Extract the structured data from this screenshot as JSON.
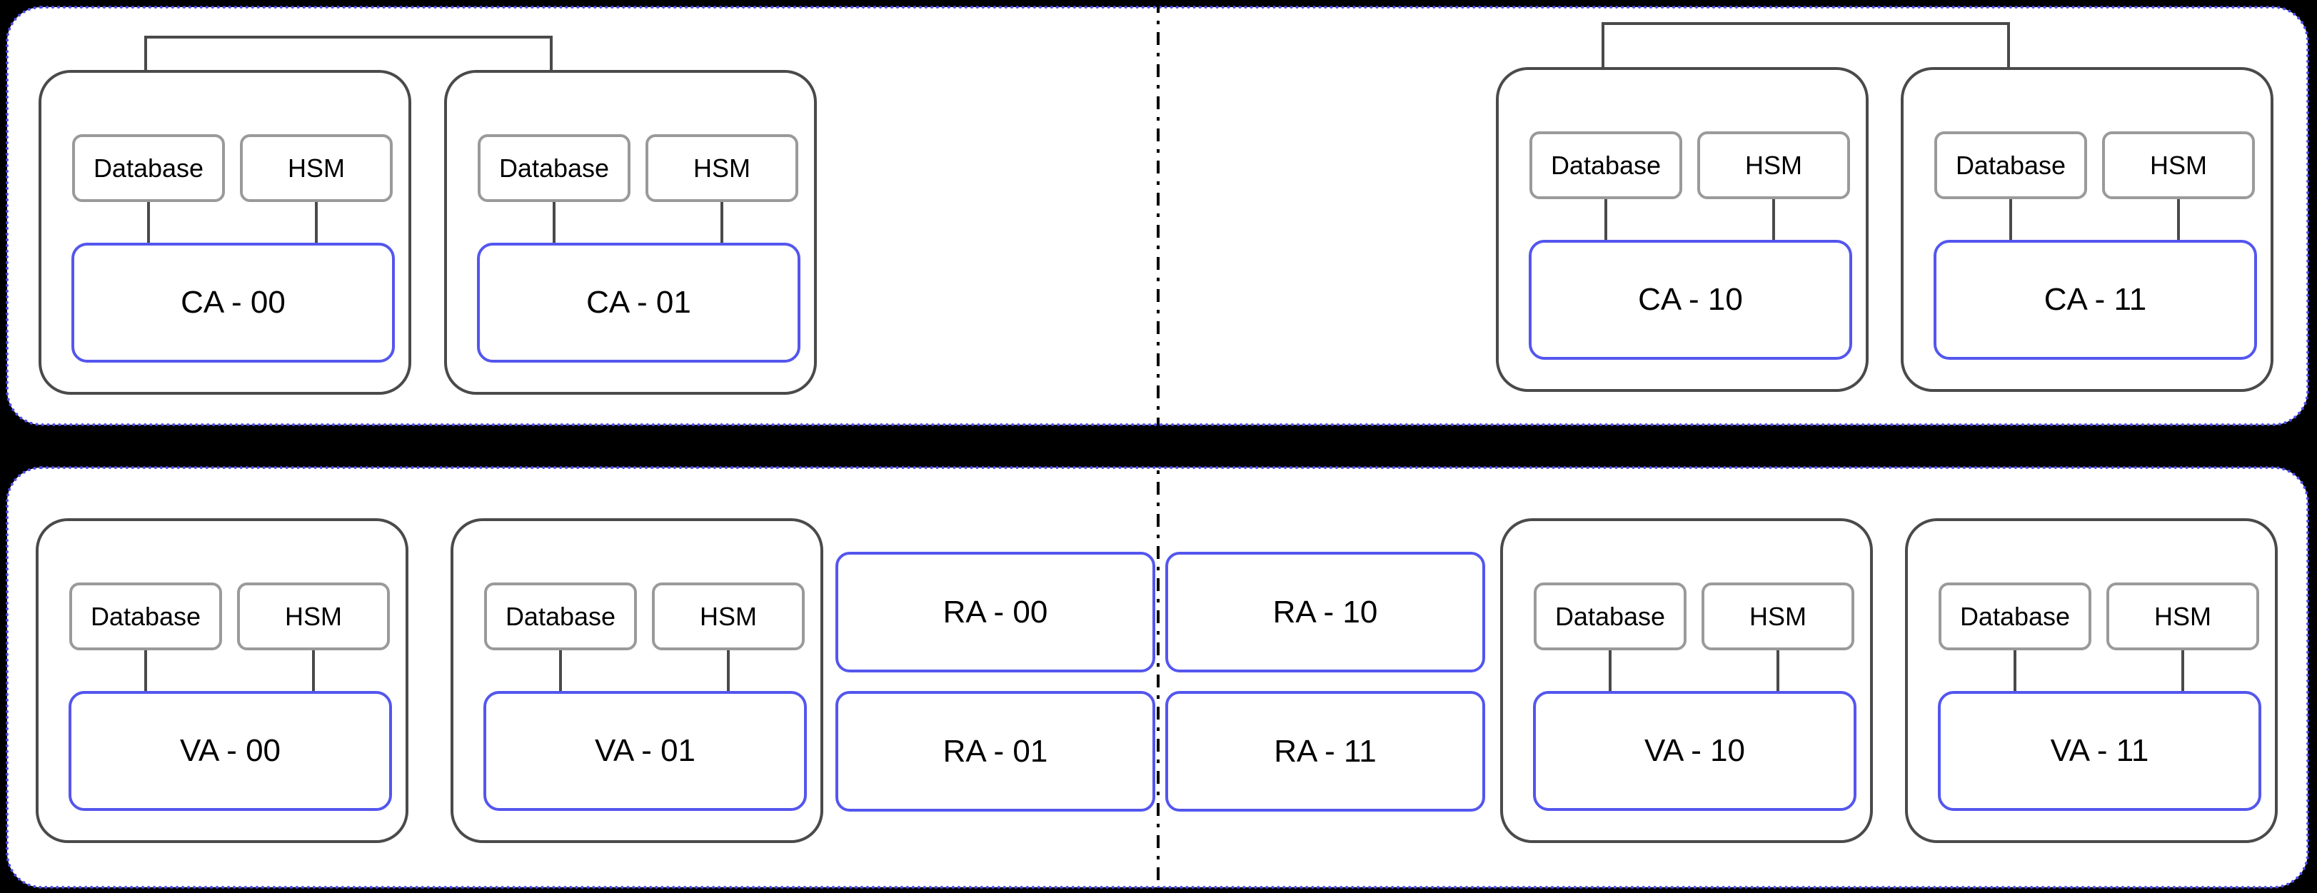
{
  "colors": {
    "background": "#000000",
    "band_fill": "#ffffff",
    "selection_outline": "#4d4df2",
    "group_border": "#4a4a4a",
    "component_border": "#9a9a9a",
    "node_border": "#5456ee",
    "connector": "#4a4a4a",
    "divider": "#000000",
    "text": "#000000"
  },
  "components": {
    "database_label": "Database",
    "hsm_label": "HSM"
  },
  "groups": {
    "ca00": {
      "label": "CA - 00"
    },
    "ca01": {
      "label": "CA - 01"
    },
    "ca10": {
      "label": "CA - 10"
    },
    "ca11": {
      "label": "CA - 11"
    },
    "va00": {
      "label": "VA - 00"
    },
    "va01": {
      "label": "VA - 01"
    },
    "va10": {
      "label": "VA - 10"
    },
    "va11": {
      "label": "VA - 11"
    }
  },
  "ra_nodes": {
    "ra00": {
      "label": "RA - 00"
    },
    "ra01": {
      "label": "RA - 01"
    },
    "ra10": {
      "label": "RA - 10"
    },
    "ra11": {
      "label": "RA - 11"
    }
  }
}
